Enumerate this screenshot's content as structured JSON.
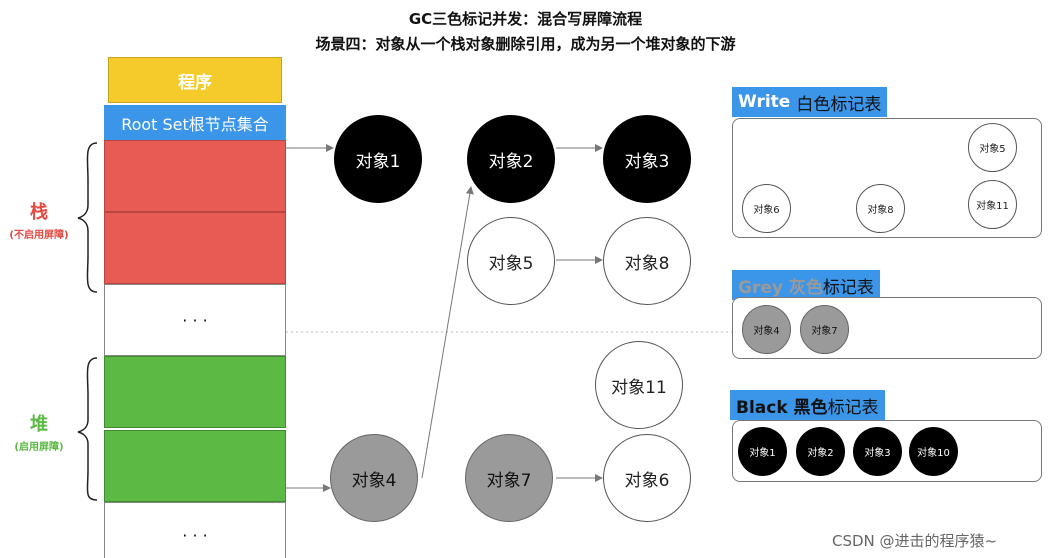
{
  "title": "GC三色标记并发：混合写屏障流程",
  "subtitle": "场景四：对象从一个栈对象删除引用，成为另一个堆对象的下游",
  "left_column": {
    "program": "程序",
    "root_set": "Root Set根节点集合",
    "ellipsis_top": "· · ·",
    "ellipsis_bottom": "· · ·"
  },
  "stack_label": {
    "main": "栈",
    "sub": "(不启用屏障)"
  },
  "heap_label": {
    "main": "堆",
    "sub": "(启用屏障)"
  },
  "objects": {
    "obj1": "对象1",
    "obj2": "对象2",
    "obj3": "对象3",
    "obj5": "对象5",
    "obj8": "对象8",
    "obj11": "对象11",
    "obj4": "对象4",
    "obj7": "对象7",
    "obj6": "对象6"
  },
  "write_table": {
    "title_white": "Write",
    "title_rest": "白色标记表",
    "items": {
      "o5": "对象5",
      "o6": "对象6",
      "o8": "对象8",
      "o11": "对象11"
    }
  },
  "grey_table": {
    "title_white": "Grey 灰色",
    "title_rest": "标记表",
    "items": [
      "对象4",
      "对象7"
    ]
  },
  "black_table": {
    "title_white": "Black 黑色",
    "title_rest": "标记表",
    "items": [
      "对象1",
      "对象2",
      "对象3",
      "对象10"
    ]
  },
  "watermark": "CSDN @进击的程序猿~",
  "colors": {
    "program_bg": "#f5cb2c",
    "root_bg": "#3b95e8",
    "stack_red": "#e85b54",
    "heap_green": "#5cb944",
    "stack_label": "#e24a42",
    "heap_label": "#5cb944"
  }
}
